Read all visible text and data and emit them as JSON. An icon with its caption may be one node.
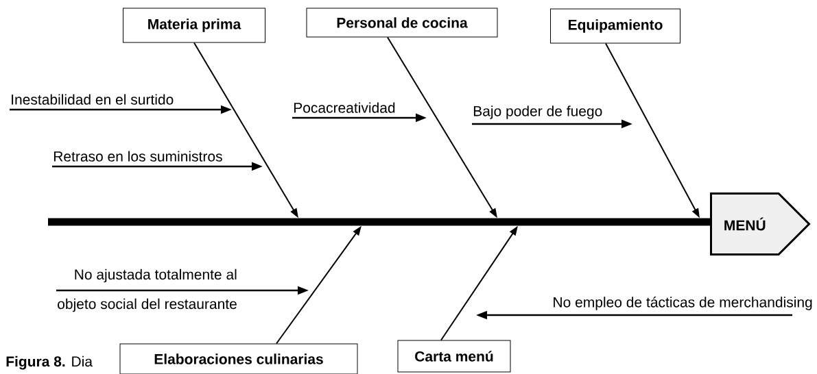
{
  "diagram": {
    "caption": "**Figura 8.** Dia",
    "nodes": [
      {
        "text": [
          "Materia prima"
        ]
      },
      {
        "text": [
          "Personal de cocina"
        ]
      },
      {
        "text": [
          "Equipamiento"
        ]
      },
      {
        "text": [
          "Inestabilidad en el surtido"
        ]
      },
      {
        "text": [
          "Retraso en los suministros"
        ]
      },
      {
        "text": [
          "Pocacreatividad"
        ]
      },
      {
        "text": [
          "Bajo poder de fuego"
        ]
      },
      {
        "text": [],
        "shape": "bar"
      },
      {
        "text": [
          "MENÚ"
        ]
      },
      {
        "text": [
          "No ajustada totalmente al",
          "objeto social del restaurante"
        ]
      },
      {
        "text": [
          "No empleo de tácticas de merchandising"
        ]
      },
      {
        "text": [
          "Elaboraciones culinarias"
        ]
      },
      {
        "text": [
          "Carta menú"
        ]
      }
    ],
    "edges": [
      {
        "from": 0,
        "to": 7,
        "arrow": "to"
      },
      {
        "from": 1,
        "to": 7,
        "arrow": "to"
      },
      {
        "from": 2,
        "to": 7,
        "arrow": "to"
      },
      {
        "from": 11,
        "to": 7,
        "arrow": "to"
      },
      {
        "from": 12,
        "to": 7,
        "arrow": "to"
      },
      {
        "from": 3,
        "to": null,
        "arrow": "to"
      },
      {
        "from": 4,
        "to": null,
        "arrow": "to"
      },
      {
        "from": 5,
        "to": null,
        "arrow": "to"
      },
      {
        "from": 6,
        "to": null,
        "arrow": "to"
      },
      {
        "from": 9,
        "to": null,
        "arrow": "to"
      },
      {
        "from": 10,
        "to": null,
        "arrow": "to"
      }
    ]
  }
}
